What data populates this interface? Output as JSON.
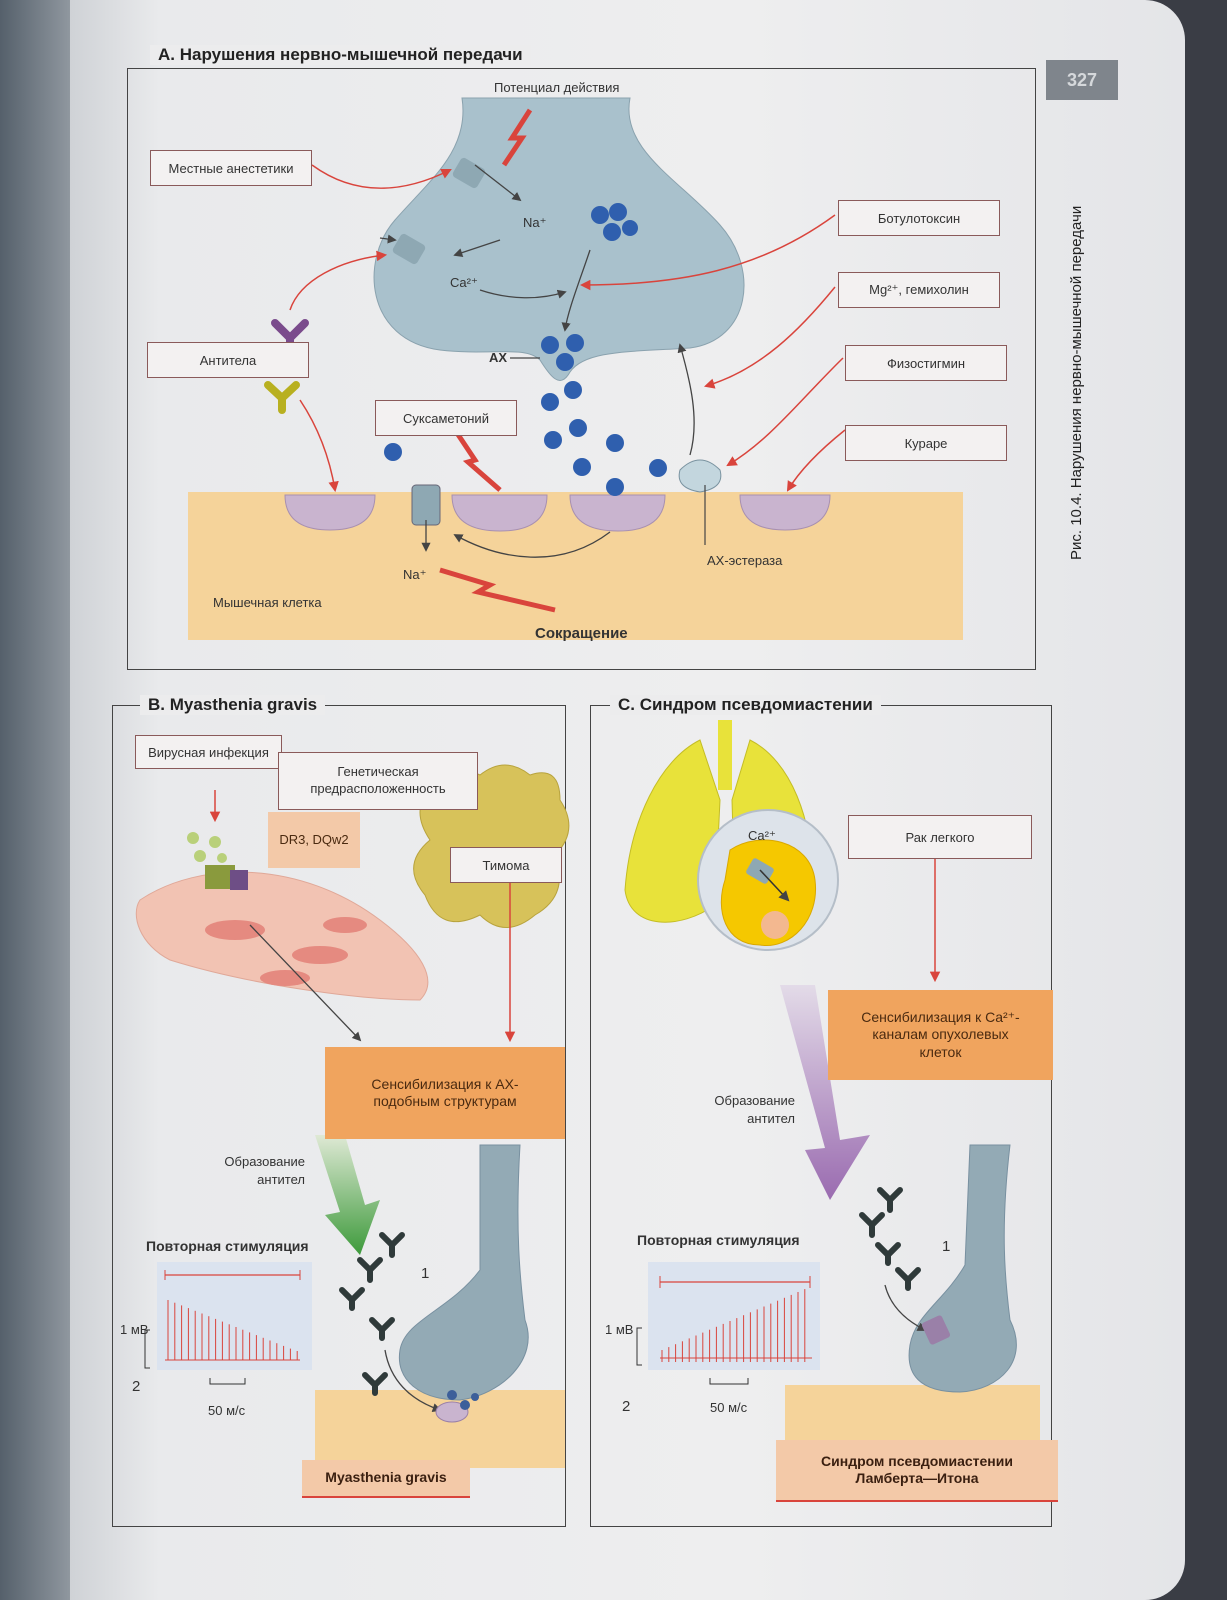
{
  "page_number": "327",
  "side_caption": "Рис. 10.4. Нарушения нервно-мышечной передачи",
  "panel_a": {
    "title": "A. Нарушения нервно-мышечной передачи",
    "action_potential": "Потенциал действия",
    "local_anesthetics": "Местные анестетики",
    "botulotoxin": "Ботулотоксин",
    "mg_hemicholine": "Mg²⁺, гемихолин",
    "antibodies": "Антитела",
    "physostigmine": "Физостигмин",
    "suxamethonium": "Суксаметоний",
    "curare": "Кураре",
    "na_top": "Na⁺",
    "ca": "Ca²⁺",
    "ach": "АХ",
    "na_bottom": "Na⁺",
    "ach_esterase": "АХ-эстераза",
    "muscle_cell": "Мышечная клетка",
    "contraction": "Сокращение"
  },
  "panel_b": {
    "title": "B. Myasthenia gravis",
    "viral_infection": "Вирусная инфекция",
    "genetic_predisposition": "Генетическая предрасположенность",
    "hla": "DR3, DQw2",
    "thymoma": "Тимома",
    "sensitization": "Сенсибилизация к АХ-подобным структурам",
    "antibody_formation": "Образование антител",
    "repeated_stimulation": "Повторная стимуляция",
    "mv": "1 мВ",
    "ms": "50 м/с",
    "label_1": "1",
    "label_2": "2",
    "result": "Myasthenia gravis"
  },
  "panel_c": {
    "title": "C. Синдром псевдомиастении",
    "ca": "Ca²⁺",
    "lung_cancer": "Рак легкого",
    "sensitization": "Сенсибилизация к Ca²⁺-каналам опухолевых клеток",
    "antibody_formation": "Образование антител",
    "repeated_stimulation": "Повторная стимуляция",
    "mv": "1 мВ",
    "ms": "50 м/с",
    "label_1": "1",
    "label_2": "2",
    "result": "Синдром псевдомиастении Ламберта—Итона"
  },
  "colors": {
    "terminal": "#a9c1cc",
    "muscle": "#f5d39a",
    "receptor": "#c9b4cf",
    "vesicle": "#2f5fae",
    "arrow_red": "#d9443c",
    "orange_box": "#f0a45e",
    "lung": "#e8e23a"
  }
}
